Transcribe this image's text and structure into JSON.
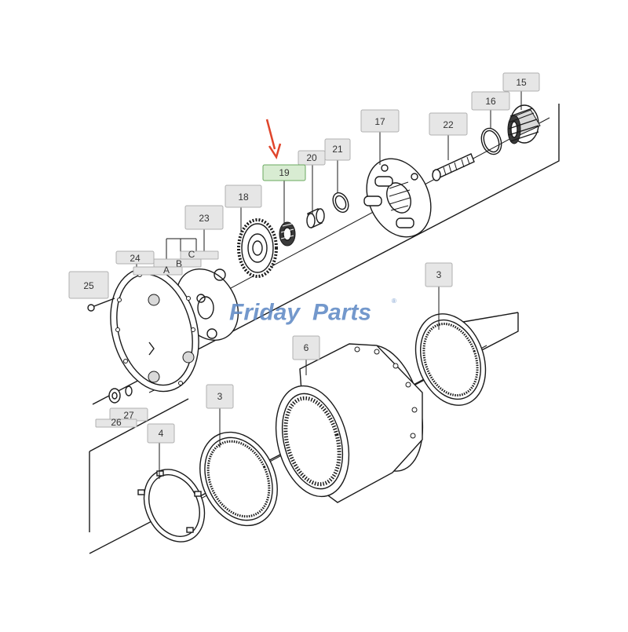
{
  "watermark": {
    "text_left": "Friday",
    "text_right": "Parts",
    "registered_mark": "®",
    "color_main": "#5b87c4",
    "color_accent": "#e5a21a"
  },
  "callouts": [
    {
      "id": "15",
      "label": "15",
      "highlight": false
    },
    {
      "id": "16",
      "label": "16",
      "highlight": false
    },
    {
      "id": "17",
      "label": "17",
      "highlight": false
    },
    {
      "id": "22",
      "label": "22",
      "highlight": false
    },
    {
      "id": "20",
      "label": "20",
      "highlight": false
    },
    {
      "id": "21",
      "label": "21",
      "highlight": false
    },
    {
      "id": "19",
      "label": "19",
      "highlight": true
    },
    {
      "id": "18",
      "label": "18",
      "highlight": false
    },
    {
      "id": "23",
      "label": "23",
      "highlight": false
    },
    {
      "id": "24",
      "label": "24",
      "highlight": false
    },
    {
      "id": "25",
      "label": "25",
      "highlight": false
    },
    {
      "id": "3a",
      "label": "3",
      "highlight": false
    },
    {
      "id": "6",
      "label": "6",
      "highlight": false
    },
    {
      "id": "3b",
      "label": "3",
      "highlight": false
    },
    {
      "id": "4",
      "label": "4",
      "highlight": false
    },
    {
      "id": "27",
      "label": "27",
      "highlight": false
    },
    {
      "id": "26",
      "label": "26",
      "highlight": false
    }
  ],
  "sub_labels": {
    "A": "A",
    "B": "B",
    "C": "C"
  },
  "colors": {
    "arrow": "#e0452b",
    "highlight_box": "#d8ecd2"
  }
}
